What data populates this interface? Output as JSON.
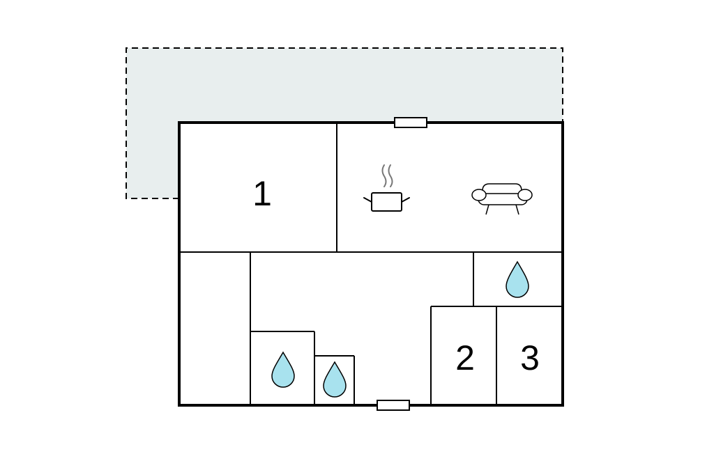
{
  "floorplan": {
    "rooms": [
      {
        "id": "bedroom-1",
        "number": "1"
      },
      {
        "id": "bedroom-2",
        "number": "2"
      },
      {
        "id": "bedroom-3",
        "number": "3"
      }
    ],
    "icons": [
      {
        "name": "cooking-pot-icon",
        "room": "kitchen-living"
      },
      {
        "name": "sofa-icon",
        "room": "kitchen-living"
      },
      {
        "name": "water-drop-icon",
        "room": "bathroom"
      },
      {
        "name": "water-drop-icon",
        "room": "shower"
      },
      {
        "name": "water-drop-icon",
        "room": "toilet"
      }
    ],
    "colors": {
      "wall": "#000000",
      "terrace_fill": "#e8eeee",
      "water_drop": "#a8e2ee",
      "background": "#ffffff"
    }
  }
}
